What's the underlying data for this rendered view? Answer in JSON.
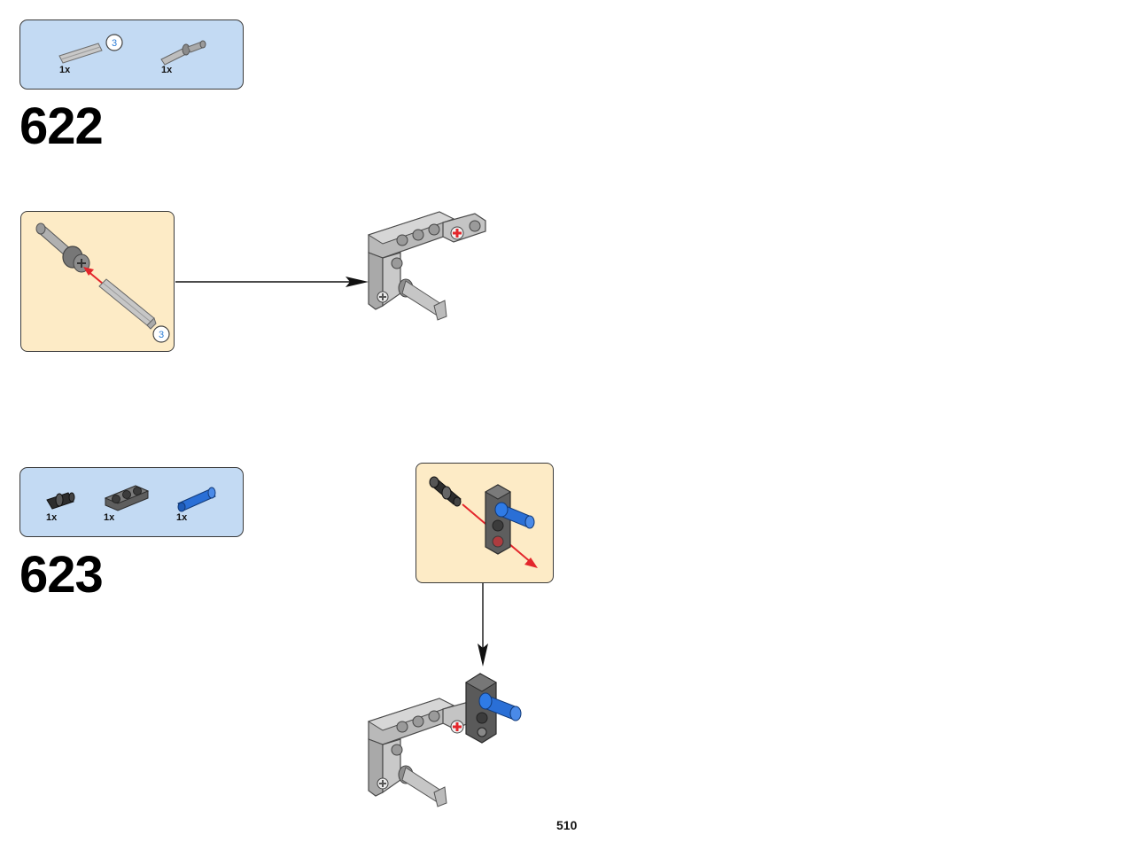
{
  "steps": [
    {
      "number": "622",
      "parts": [
        {
          "name": "axle",
          "quantity": "1x",
          "length": "3"
        },
        {
          "name": "pin-with-axle",
          "quantity": "1x"
        }
      ],
      "callout_length": "3"
    },
    {
      "number": "623",
      "parts": [
        {
          "name": "black-pin",
          "quantity": "1x"
        },
        {
          "name": "beam-3",
          "quantity": "1x"
        },
        {
          "name": "blue-pin",
          "quantity": "1x"
        }
      ]
    }
  ],
  "page_number": "510",
  "colors": {
    "parts_box": "#c3daf3",
    "callout": "#fdebc6",
    "arrow_red": "#e3262b",
    "gray_part": "#b5b5b5",
    "dark_part": "#5e5e5e",
    "blue_part": "#2a6fd6"
  }
}
